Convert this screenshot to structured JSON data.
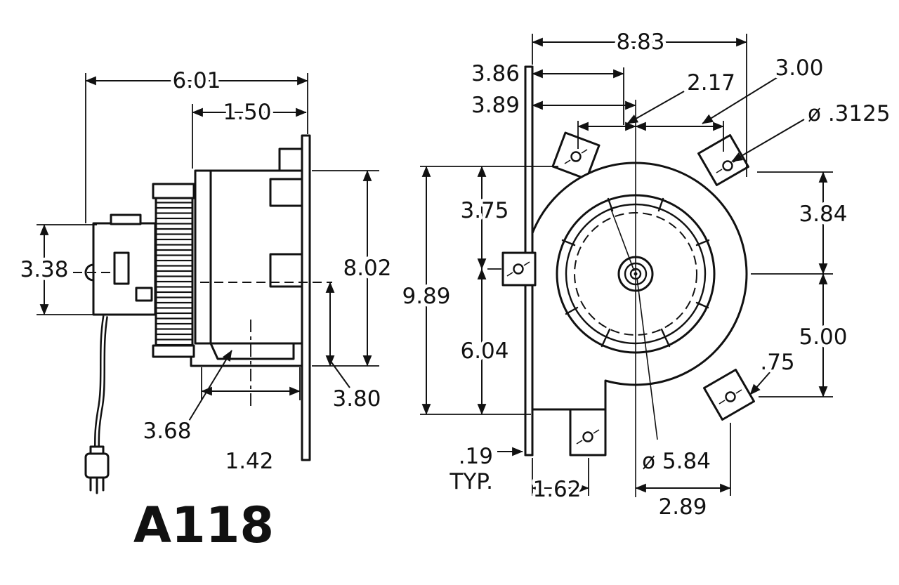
{
  "colors": {
    "ink": "#111111",
    "background": "#ffffff"
  },
  "drawing": {
    "part_label": "A118",
    "side_view": {
      "overall_width": "6.01",
      "housing_depth": "1.50",
      "control_box_height": "3.38",
      "mounting_plate_height": "8.02",
      "outlet_height": "3.80",
      "outlet_depth": "3.68",
      "outlet_width": "1.42"
    },
    "front_view": {
      "overall_width": "8.83",
      "hole_offset_upper": "3.86",
      "hole_offset_lower": "3.89",
      "center_to_hole": "2.17",
      "hole_span_right": "3.00",
      "mount_hole_dia": "ø .3125",
      "top_to_side_hole": "3.75",
      "overall_height": "9.89",
      "side_hole_to_bottom": "6.04",
      "top_to_center": "3.84",
      "center_to_bottom": "5.00",
      "tab_width": ".75",
      "plate_thickness": ".19",
      "typ_label": "TYP.",
      "outlet_to_plate": "1.62",
      "wheel_dia": "ø 5.84",
      "center_to_bottom_hole": "2.89"
    }
  }
}
